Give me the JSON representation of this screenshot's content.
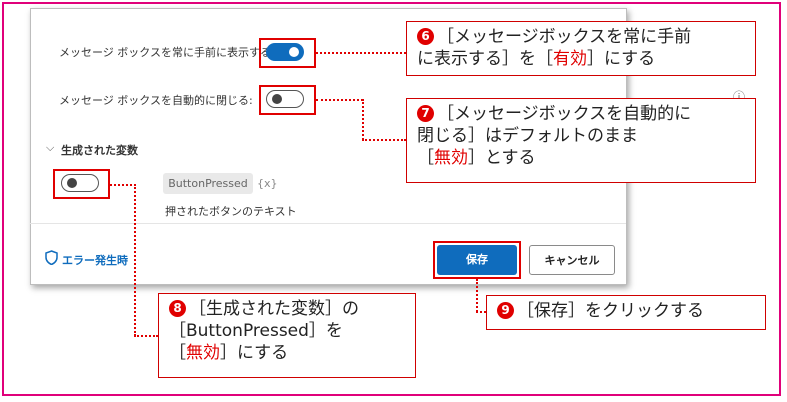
{
  "dialog": {
    "always_front_label": "メッセージ ボックスを常に手前に表示する:",
    "auto_close_label": "メッセージ ボックスを自動的に閉じる:",
    "generated_vars_header": "生成された変数",
    "chevron": "⌵",
    "var_chip": "ButtonPressed",
    "var_symbol": "{x}",
    "var_description": "押されたボタンのテキスト",
    "error_link": "エラー発生時",
    "save_button": "保存",
    "cancel_button": "キャンセル",
    "info_icon": "ⓘ"
  },
  "callouts": {
    "c6": {
      "num": "6",
      "t1": "［メッセージボックスを常に手前",
      "t2": "に表示する］を［",
      "t3": "有効",
      "t4": "］にする"
    },
    "c7": {
      "num": "7",
      "t1": "［メッセージボックスを自動的に",
      "t2": "閉じる］はデフォルトのまま",
      "t3": "［",
      "t4": "無効",
      "t5": "］とする"
    },
    "c8": {
      "num": "8",
      "t1": "［生成された変数］の",
      "t2": "［ButtonPressed］を",
      "t3": "［",
      "t4": "無効",
      "t5": "］にする"
    },
    "c9": {
      "num": "9",
      "t1": "［保存］をクリックする"
    }
  },
  "colors": {
    "accent": "#0f6cbd",
    "callout_red": "#e00000",
    "frame": "#e0007a"
  }
}
